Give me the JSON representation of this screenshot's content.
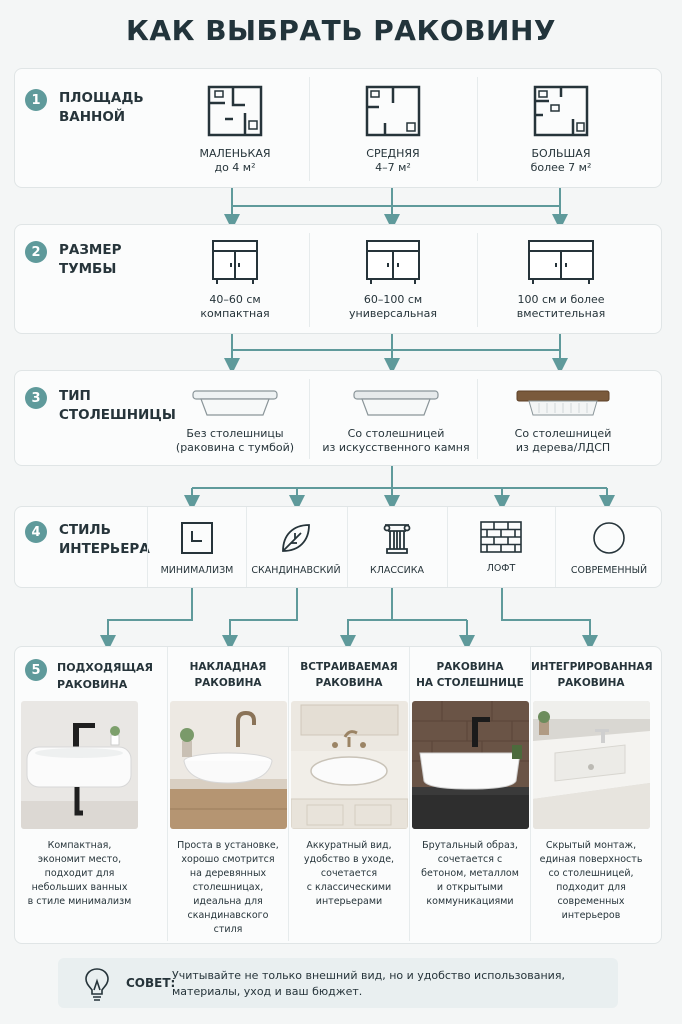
{
  "title": "КАК ВЫБРАТЬ РАКОВИНУ",
  "colors": {
    "accent": "#5f9a9b",
    "panel": "#fbfcfc",
    "tip": "#e9eff0"
  },
  "steps": [
    {
      "num": "1",
      "label_line1": "ПЛОЩАДЬ",
      "label_line2": "ВАННОЙ",
      "options": [
        {
          "line1": "МАЛЕНЬКАЯ",
          "line2": "до 4 м²",
          "icon": "small-floorplan-icon"
        },
        {
          "line1": "СРЕДНЯЯ",
          "line2": "4–7 м²",
          "icon": "medium-floorplan-icon"
        },
        {
          "line1": "БОЛЬШАЯ",
          "line2": "более 7 м²",
          "icon": "large-floorplan-icon"
        }
      ]
    },
    {
      "num": "2",
      "label_line1": "РАЗМЕР",
      "label_line2": "ТУМБЫ",
      "options": [
        {
          "line1": "40–60 см",
          "line2": "компактная",
          "icon": "compact-cabinet-icon"
        },
        {
          "line1": "60–100 см",
          "line2": "универсальная",
          "icon": "universal-cabinet-icon"
        },
        {
          "line1": "100 см и более",
          "line2": "вместительная",
          "icon": "large-cabinet-icon"
        }
      ]
    },
    {
      "num": "3",
      "label_line1": "ТИП",
      "label_line2": "СТОЛЕШНИЦЫ",
      "options": [
        {
          "line1": "Без столешницы",
          "line2": "(раковина с тумбой)",
          "icon": "no-countertop-icon"
        },
        {
          "line1": "Со столешницей",
          "line2": "из искусственного камня",
          "icon": "stone-countertop-icon"
        },
        {
          "line1": "Со столешницей",
          "line2": "из дерева/ЛДСП",
          "icon": "wood-countertop-icon"
        }
      ]
    },
    {
      "num": "4",
      "label_line1": "СТИЛЬ",
      "label_line2": "ИНТЕРЬЕРА",
      "options": [
        {
          "line1": "МИНИМАЛИЗМ",
          "icon": "minimalism-icon"
        },
        {
          "line1": "СКАНДИНАВСКИЙ",
          "icon": "leaf-icon"
        },
        {
          "line1": "КЛАССИКА",
          "icon": "column-icon"
        },
        {
          "line1": "ЛОФТ",
          "icon": "brick-icon"
        },
        {
          "line1": "СОВРЕМЕННЫЙ",
          "icon": "circle-icon"
        }
      ]
    },
    {
      "num": "5",
      "label_line1": "ПОДХОДЯЩАЯ",
      "label_line2": "РАКОВИНА",
      "sinks": [
        {
          "title_line1": "",
          "title_line2": "",
          "desc": [
            "Компактная,",
            "экономит место,",
            "подходит для",
            "небольших ванных",
            "в стиле минимализм"
          ]
        },
        {
          "title_line1": "НАКЛАДНАЯ",
          "title_line2": "РАКОВИНА",
          "desc": [
            "Проста в установке,",
            "хорошо смотрится",
            "на деревянных",
            "столешницах,",
            "идеальна для",
            "скандинавского стиля"
          ]
        },
        {
          "title_line1": "ВСТРАИВАЕМАЯ",
          "title_line2": "РАКОВИНА",
          "desc": [
            "Аккуратный вид,",
            "удобство в уходе,",
            "сочетается",
            "с классическими",
            "интерьерами"
          ]
        },
        {
          "title_line1": "РАКОВИНА",
          "title_line2": "НА СТОЛЕШНИЦЕ",
          "desc": [
            "Брутальный образ,",
            "сочетается с",
            "бетоном, металлом",
            "и открытыми",
            "коммуникациями"
          ]
        },
        {
          "title_line1": "ИНТЕГРИРОВАННАЯ",
          "title_line2": "РАКОВИНА",
          "desc": [
            "Скрытый монтаж,",
            "единая поверхность",
            "со столешницей,",
            "подходит для",
            "современных",
            "интерьеров"
          ]
        }
      ]
    }
  ],
  "tip": {
    "label": "СОВЕТ:",
    "line1": "Учитывайте не только внешний вид, но и удобство использования,",
    "line2": "материалы, уход и ваш бюджет.",
    "icon": "lightbulb-icon"
  }
}
